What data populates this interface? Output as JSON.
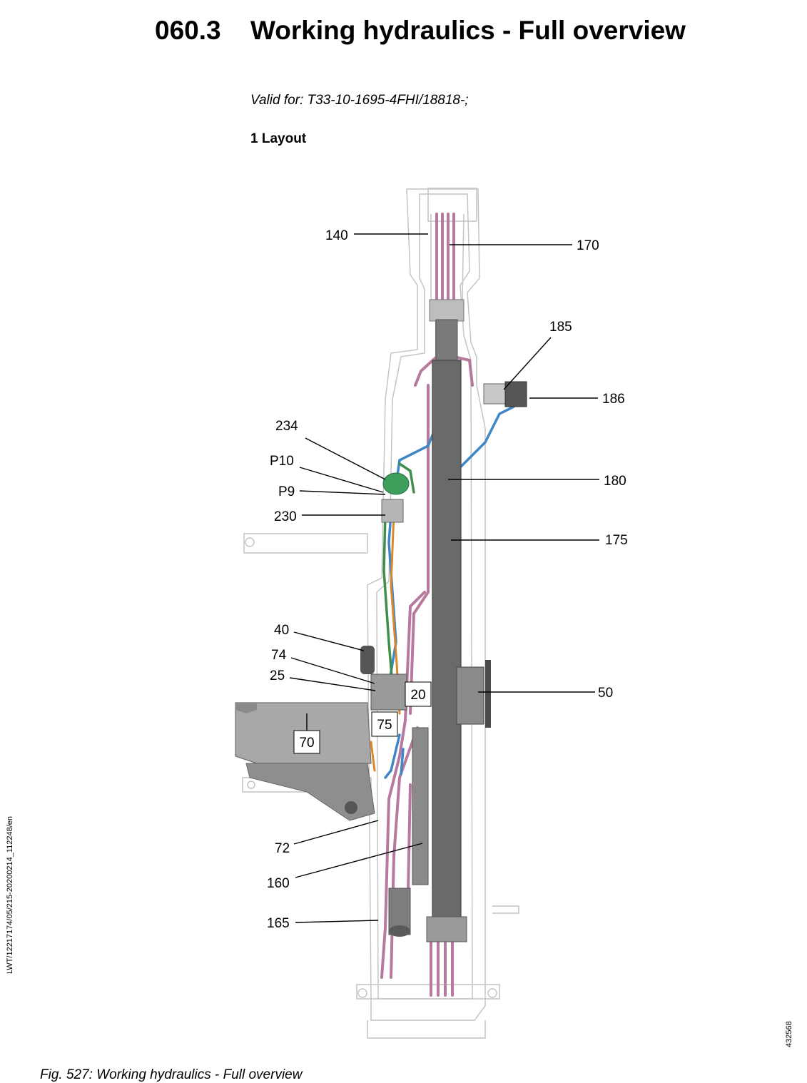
{
  "header": {
    "section_number": "060.3",
    "title": "Working hydraulics - Full overview"
  },
  "validity": "Valid for: T33-10-1695-4FHI/18818-;",
  "subsection": "1 Layout",
  "callouts": {
    "c140": "140",
    "c170": "170",
    "c185": "185",
    "c186": "186",
    "c234": "234",
    "cP10": "P10",
    "cP9": "P9",
    "c230": "230",
    "c180": "180",
    "c175": "175",
    "c40": "40",
    "c74": "74",
    "c25": "25",
    "c20": "20",
    "c50": "50",
    "c75": "75",
    "c70": "70",
    "c72": "72",
    "c160": "160",
    "c165": "165"
  },
  "side_code": "LWT/12217174/05/215-20200214_112248/en",
  "image_id": "432568",
  "caption": "Fig. 527: Working hydraulics - Full overview",
  "colors": {
    "hose_pink": "#b7799e",
    "hose_blue": "#3f86c6",
    "hose_green": "#3e8f4a",
    "hose_orange": "#d9892a",
    "cylinder": "#6a6a6a",
    "frame_line": "#bdbdbd",
    "tank": "#9c9c9c"
  }
}
